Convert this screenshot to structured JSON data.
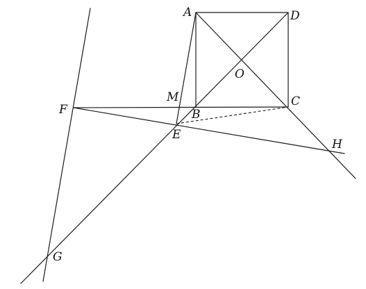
{
  "diagram": {
    "labels": {
      "A": "A",
      "D": "D",
      "O": "O",
      "M": "M",
      "B": "B",
      "C": "C",
      "F": "F",
      "E": "E",
      "H": "H",
      "G": "G"
    },
    "segments": [
      {
        "from": "A",
        "to": "D",
        "style": "solid"
      },
      {
        "from": "A",
        "to": "B",
        "style": "solid"
      },
      {
        "from": "D",
        "to": "C",
        "style": "solid"
      },
      {
        "from": "B",
        "to": "C",
        "style": "solid"
      },
      {
        "from": "A",
        "to": "C",
        "style": "solid"
      },
      {
        "from": "D",
        "to": "B",
        "style": "solid"
      },
      {
        "from": "F",
        "to": "C",
        "style": "solid"
      },
      {
        "from": "A",
        "to": "E",
        "style": "solid"
      },
      {
        "from": "F",
        "to": "H",
        "style": "solid"
      },
      {
        "from": "D",
        "to": "G",
        "style": "solid"
      },
      {
        "from": "C",
        "to": "H",
        "style": "solid"
      },
      {
        "from": "F",
        "to": "G",
        "style": "solid"
      },
      {
        "from": "E",
        "to": "C",
        "style": "dashed"
      }
    ]
  }
}
